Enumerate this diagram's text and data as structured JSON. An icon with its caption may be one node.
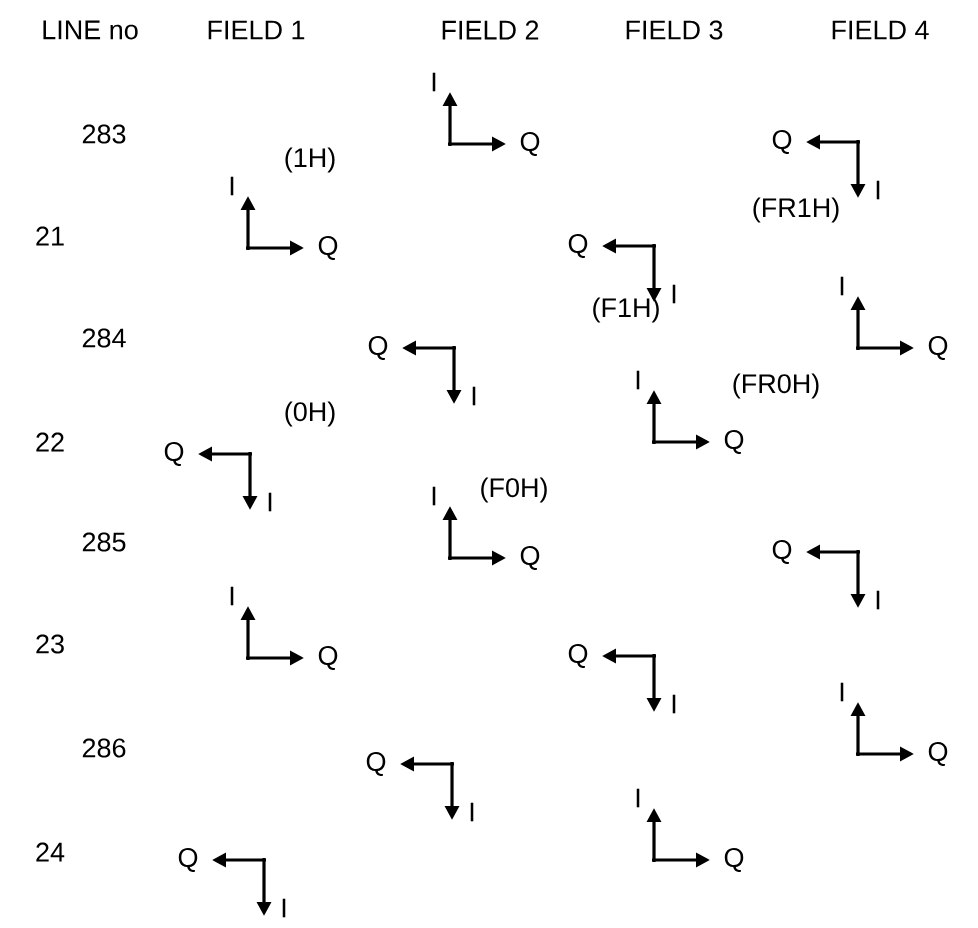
{
  "diagram": {
    "labels": [
      "LINE no",
      "FIELD 1",
      "FIELD 2",
      "FIELD 3",
      "FIELD 4",
      "283",
      "21",
      "284",
      "22",
      "285",
      "23",
      "286",
      "24",
      "(1H)",
      "(FR1H)",
      "(F1H)",
      "(0H)",
      "(FR0H)",
      "(F0H)",
      "I",
      "Q",
      "I",
      "Q",
      "I",
      "Q",
      "I",
      "Q",
      "I",
      "Q",
      "I",
      "Q",
      "I",
      "Q",
      "I",
      "Q",
      "I",
      "Q",
      "I",
      "Q",
      "I",
      "Q",
      "I",
      "Q",
      "I",
      "Q",
      "I",
      "Q",
      "I",
      "Q",
      "I",
      "Q"
    ]
  }
}
